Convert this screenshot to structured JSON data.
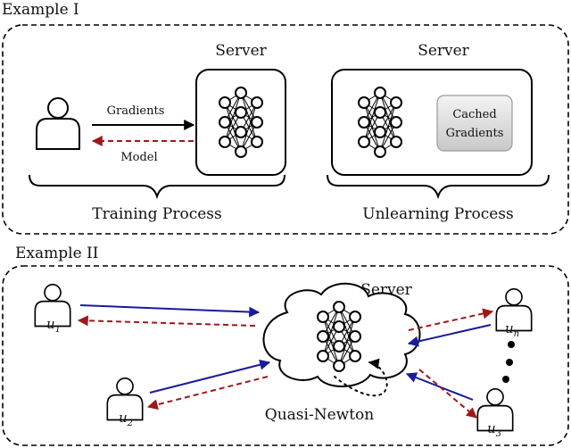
{
  "example1": {
    "title": "Example I",
    "server_left_label": "Server",
    "server_right_label": "Server",
    "gradients_label": "Gradients",
    "model_label": "Model",
    "cached_line1": "Cached",
    "cached_line2": "Gradients",
    "training_label": "Training Process",
    "unlearning_label": "Unlearning Process"
  },
  "example2": {
    "title": "Example II",
    "server_label": "Server",
    "quasi_label": "Quasi-Newton",
    "users": [
      {
        "base": "u",
        "sub": "1"
      },
      {
        "base": "u",
        "sub": "2"
      },
      {
        "base": "u",
        "sub": "n"
      },
      {
        "base": "u",
        "sub": "3"
      }
    ]
  },
  "colors": {
    "forward_arrow_ex1": "#000000",
    "forward_arrow": "#1a1a9c",
    "backward_arrow": "#a01818"
  }
}
